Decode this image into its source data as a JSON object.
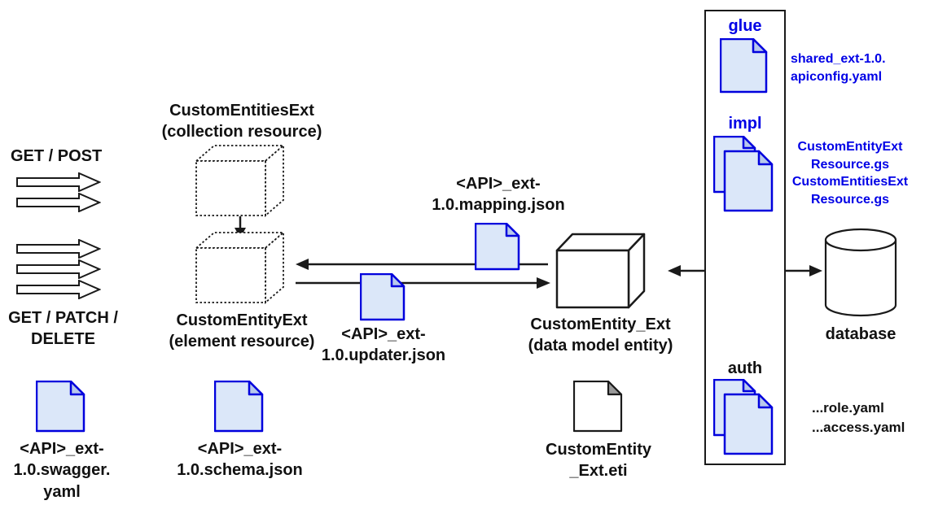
{
  "diagram": {
    "http_methods": {
      "get_post": "GET / POST",
      "get_patch_delete": "GET / PATCH /\nDELETE"
    },
    "resources": {
      "collection": "CustomEntitiesExt\n(collection resource)",
      "element": "CustomEntityExt\n(element resource)",
      "data_model": "CustomEntity_Ext\n(data model entity)"
    },
    "files": {
      "mapping": "<API>_ext-\n1.0.mapping.json",
      "updater": "<API>_ext-\n1.0.updater.json",
      "swagger": "<API>_ext-\n1.0.swagger.\nyaml",
      "schema": "<API>_ext-\n1.0.schema.json",
      "eti": "CustomEntity\n_Ext.eti"
    },
    "module_box": {
      "glue_label": "glue",
      "glue_files": "shared_ext-1.0.\napiconfig.yaml",
      "impl_label": "impl",
      "impl_files": "CustomEntityExt\nResource.gs\nCustomEntitiesExt\nResource.gs",
      "auth_label": "auth",
      "auth_files": "...role.yaml\n...access.yaml"
    },
    "database_label": "database",
    "colors": {
      "accent_blue": "#0000e6",
      "doc_fill": "#dbe7f9",
      "line_black": "#1a1a1a"
    }
  }
}
